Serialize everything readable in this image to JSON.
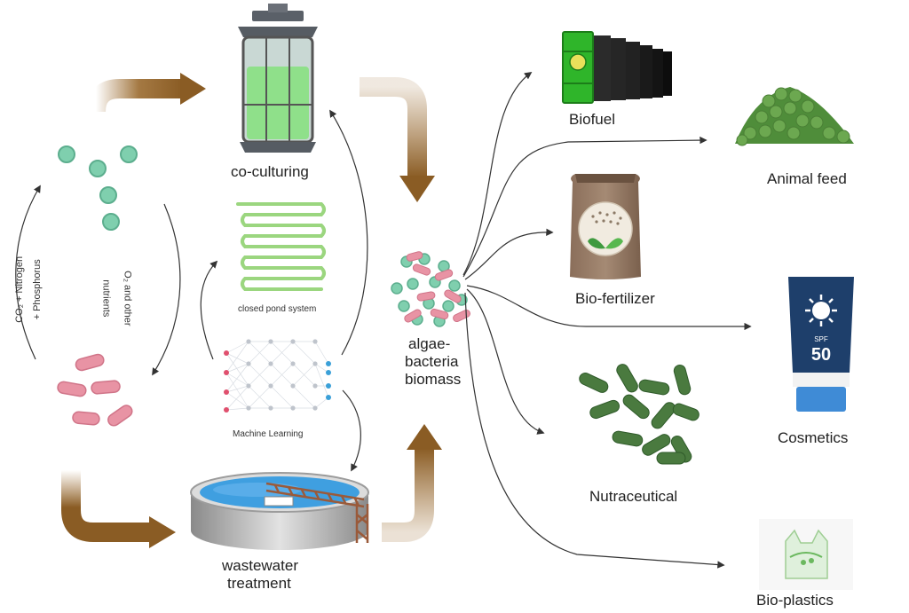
{
  "labels": {
    "coculturing": "co-culturing",
    "closed_pond": "closed pond system",
    "machine_learning": "Machine Learning",
    "wastewater_line1": "wastewater",
    "wastewater_line2": "treatment",
    "biomass_line1": "algae-",
    "biomass_line2": "bacteria",
    "biomass_line3": "biomass",
    "co2_line1": "CO₂ + Nitrogen",
    "co2_line2": "+ Phosphorus",
    "o2_line1": "O₂ and other",
    "o2_line2": "nutrients"
  },
  "products": {
    "biofuel": "Biofuel",
    "animal_feed": "Animal feed",
    "bio_fertilizer": "Bio-fertilizer",
    "cosmetics": "Cosmetics",
    "nutraceutical": "Nutraceutical",
    "bio_plastics": "Bio-plastics",
    "spf_label": "SPF",
    "spf_value": "50"
  },
  "colors": {
    "flow_arrow": "#9a6a2e",
    "algae": "#7fcfae",
    "bacteria": "#e48ea0",
    "bioreactor_liquid": "#8fe08a",
    "water": "#3f9fe0",
    "sunscreen": "#1e3f6b"
  }
}
